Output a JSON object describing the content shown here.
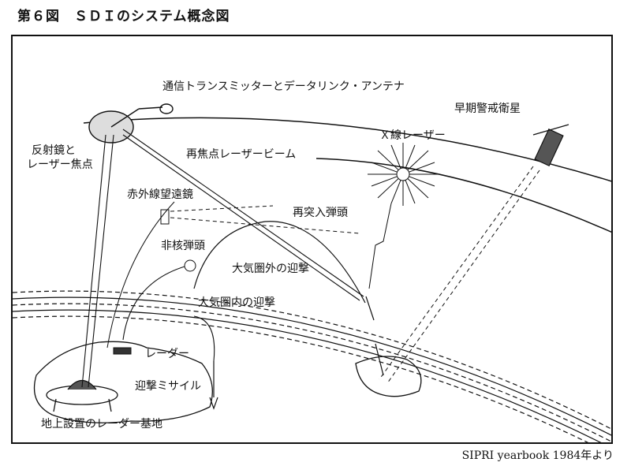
{
  "figure": {
    "title": "第６図　ＳＤＩのシステム概念図",
    "credit": "SIPRI yearbook 1984年より"
  },
  "labels": {
    "transmitter": "通信トランスミッターとデータリンク・アンテナ",
    "early_warning": "早期警戒衛星",
    "mirror_line1": "反射鏡と",
    "mirror_line2": "レーザー焦点",
    "refocused_beam": "再焦点レーザービーム",
    "x_ray_laser": "Ｘ線レーザー",
    "infrared_telescope": "赤外線望遠鏡",
    "reentry_warhead": "再突入弾頭",
    "non_nuclear": "非核弾頭",
    "exo_intercept": "大気圏外の迎撃",
    "endo_intercept": "大気圏内の迎撃",
    "radar": "レーダー",
    "interceptor_missile": "迎撃ミサイル",
    "ground_radar_base": "地上設置のレーダー基地"
  }
}
